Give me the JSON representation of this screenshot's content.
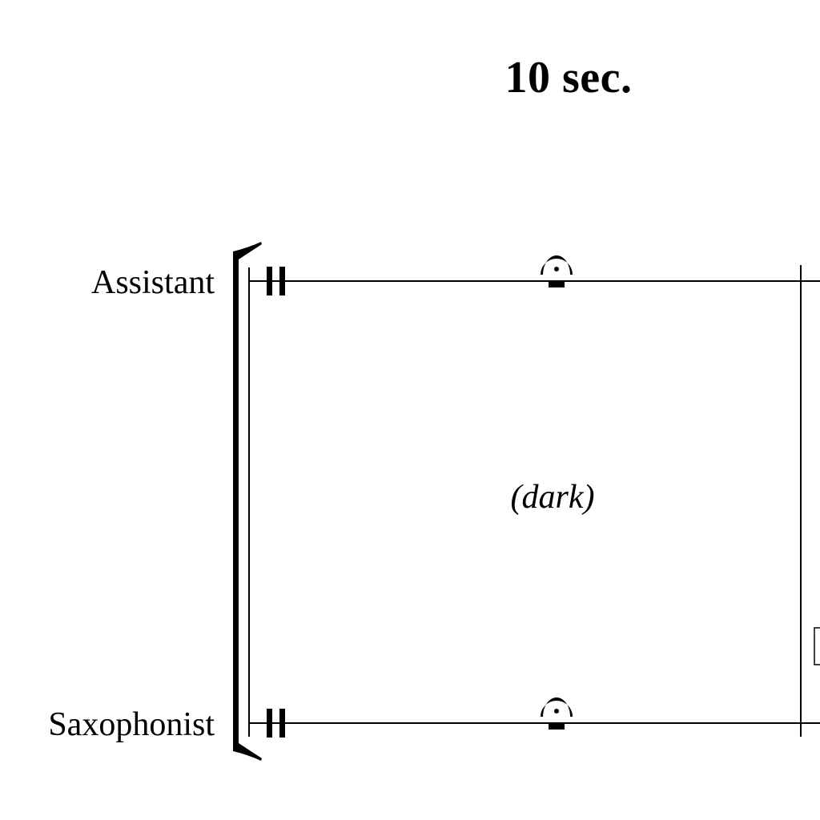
{
  "score": {
    "duration_marking": "10 sec.",
    "staves": [
      {
        "name": "Assistant"
      },
      {
        "name": "Saxophonist"
      }
    ],
    "expression": "(dark)"
  }
}
